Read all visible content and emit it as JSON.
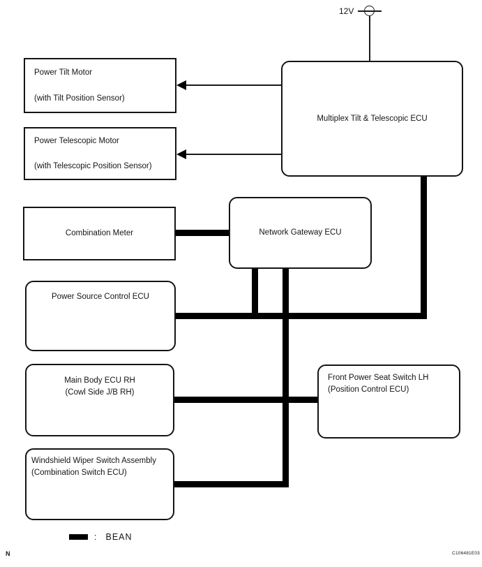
{
  "power": {
    "label": "12V"
  },
  "boxes": {
    "power_tilt_motor": {
      "line1": "Power Tilt Motor",
      "line2": "(with Tilt Position Sensor)"
    },
    "power_telescopic_motor": {
      "line1": "Power Telescopic Motor",
      "line2": "(with Telescopic Position Sensor)"
    },
    "combination_meter": {
      "line1": "Combination Meter"
    },
    "multiplex_ecu": {
      "line1": "Multiplex Tilt & Telescopic ECU"
    },
    "network_gateway_ecu": {
      "line1": "Network Gateway ECU"
    },
    "power_source_control_ecu": {
      "line1": "Power Source Control ECU"
    },
    "main_body_ecu": {
      "line1": "Main Body ECU RH",
      "line2": "(Cowl Side J/B RH)"
    },
    "front_power_seat_switch": {
      "line1": "Front Power Seat Switch LH",
      "line2": "(Position Control ECU)"
    },
    "windshield_wiper_switch": {
      "line1": "Windshield Wiper Switch Assembly",
      "line2": "(Combination Switch ECU)"
    }
  },
  "legend": {
    "separator": ":",
    "label": "BEAN"
  },
  "footer": {
    "page_mark": "N",
    "figure_code": "C106481E03"
  },
  "colors": {
    "line": "#000000",
    "background": "#ffffff"
  },
  "connections": [
    {
      "from": "12V battery",
      "to": "Multiplex Tilt & Telescopic ECU",
      "type": "power"
    },
    {
      "from": "Multiplex Tilt & Telescopic ECU",
      "to": "Power Tilt Motor",
      "type": "arrow"
    },
    {
      "from": "Multiplex Tilt & Telescopic ECU",
      "to": "Power Telescopic Motor",
      "type": "arrow"
    },
    {
      "from": "Combination Meter",
      "to": "Network Gateway ECU",
      "type": "BEAN"
    },
    {
      "from": "Network Gateway ECU",
      "to": "Power Source Control ECU",
      "type": "BEAN"
    },
    {
      "from": "Network Gateway ECU",
      "to": "Multiplex Tilt & Telescopic ECU",
      "type": "BEAN"
    },
    {
      "from": "Network Gateway ECU",
      "to": "Main Body ECU RH",
      "type": "BEAN"
    },
    {
      "from": "Network Gateway ECU",
      "to": "Front Power Seat Switch LH",
      "type": "BEAN"
    },
    {
      "from": "Network Gateway ECU",
      "to": "Windshield Wiper Switch Assembly",
      "type": "BEAN"
    }
  ]
}
